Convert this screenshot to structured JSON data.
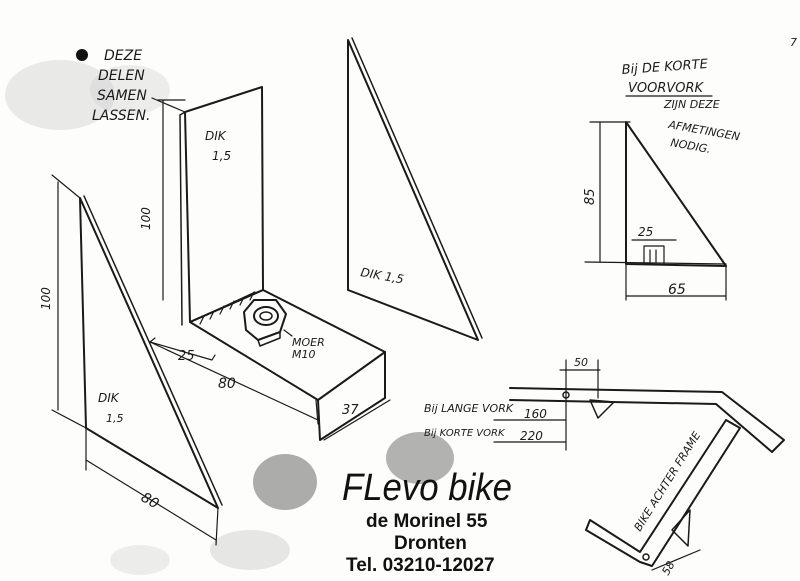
{
  "page_number": "7",
  "weld_note": {
    "lines": [
      "DEZE",
      "DELEN",
      "SAMEN",
      "LASSEN."
    ]
  },
  "bracket": {
    "thickness_label": "DIK",
    "thickness_value": "1,5",
    "height": "100",
    "bolt_offset": "25",
    "length": "80",
    "width": "37",
    "nut_label_1": "MOER",
    "nut_label_2": "M10"
  },
  "left_gusset": {
    "thickness_label": "DIK",
    "thickness_value": "1,5",
    "height": "100",
    "base": "80"
  },
  "middle_gusset": {
    "thickness_label": "DIK 1,5"
  },
  "short_fork_note": {
    "line1": "Bij DE KORTE",
    "line2": "VOORVORK",
    "line3": "ZIJN DEZE",
    "line4": "AFMETINGEN",
    "line5": "NODIG."
  },
  "short_gusset": {
    "height": "85",
    "hole_offset": "25",
    "base": "65"
  },
  "frame_view": {
    "top_dim": "50",
    "long_fork_label": "Bij LANGE VORK",
    "long_fork_value": "160",
    "short_fork_label": "Bij KORTE VORK",
    "short_fork_value": "220",
    "rear_frame_label": "BIKE ACHTER FRAME",
    "bottom_dim": "58"
  },
  "company": {
    "brand": "FLevo bike",
    "street": "de Morinel 55",
    "city": "Dronten",
    "phone": "Tel. 03210-12027"
  }
}
